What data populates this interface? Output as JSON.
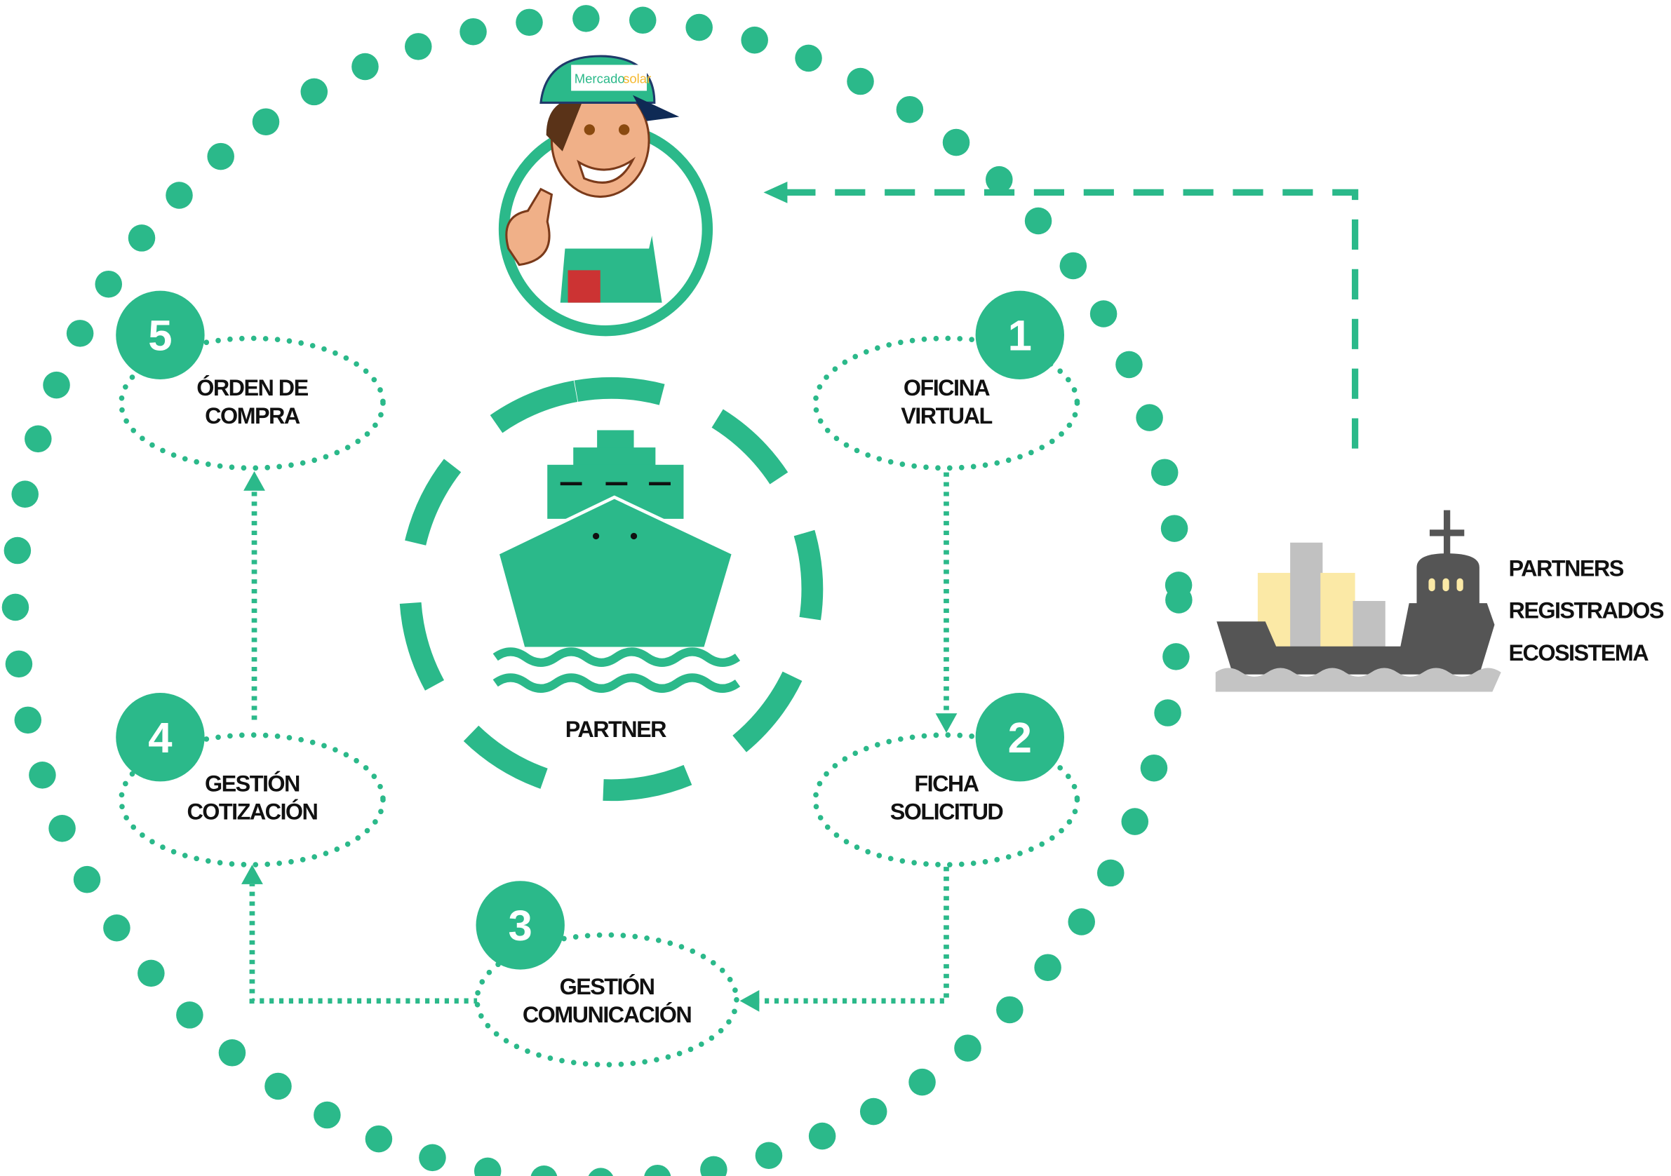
{
  "colors": {
    "accent": "#2bb98a",
    "ship_gray": "#555555",
    "wave_gray": "#c4c4c4",
    "cargo_yellow": "#fbe9a6",
    "cargo_gray": "#c1c1c1"
  },
  "mascot": {
    "cap_text_left": "Mercado",
    "cap_text_right": "solar"
  },
  "center": {
    "label": "PARTNER"
  },
  "steps": [
    {
      "number": "1",
      "line1": "OFICINA",
      "line2": "VIRTUAL"
    },
    {
      "number": "2",
      "line1": "FICHA",
      "line2": "SOLICITUD"
    },
    {
      "number": "3",
      "line1": "GESTIÓN",
      "line2": "COMUNICACIÓN"
    },
    {
      "number": "4",
      "line1": "GESTIÓN",
      "line2": "COTIZACIÓN"
    },
    {
      "number": "5",
      "line1": "ÓRDEN DE",
      "line2": "COMPRA"
    }
  ],
  "ecosystem": {
    "line1": "PARTNERS",
    "line2": "REGISTRADOS",
    "line3": "ECOSISTEMA"
  }
}
